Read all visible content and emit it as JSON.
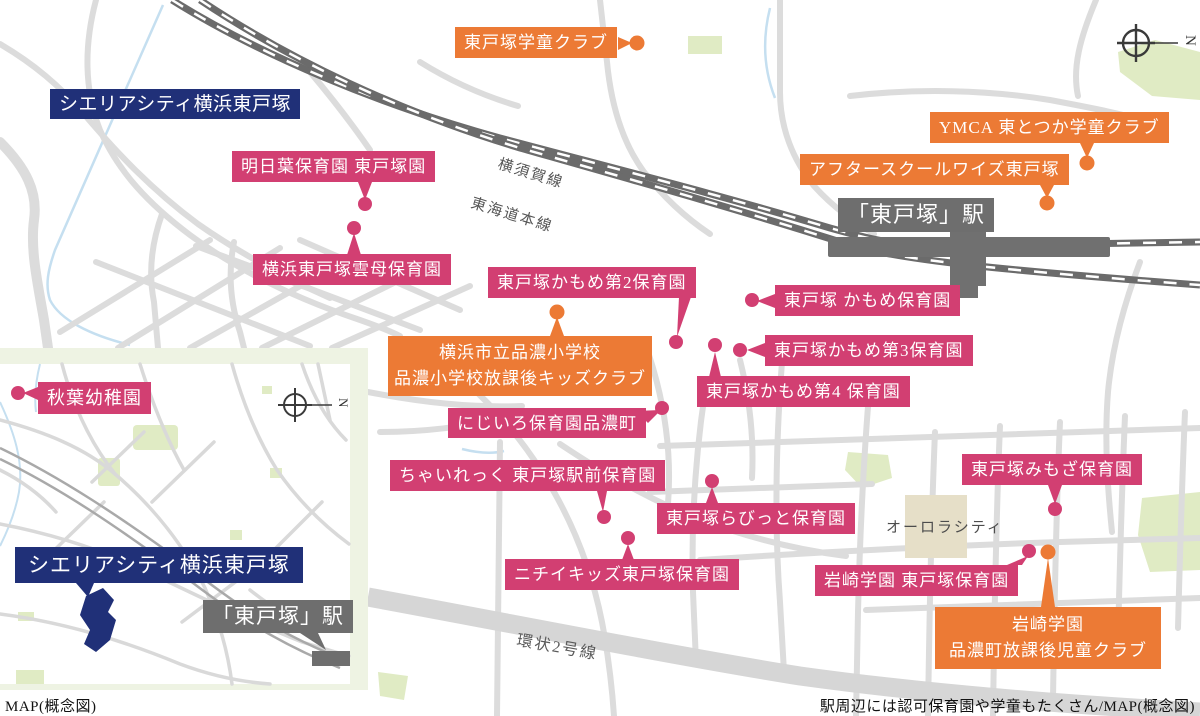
{
  "colors": {
    "pink": "#d23f72",
    "orange": "#ec7a35",
    "navy": "#203078",
    "station_gray": "#6e6e6e",
    "road_gray": "#dcdcdc",
    "rail_gray": "#6b6b6b",
    "park_green": "#e0ebc4",
    "river_blue": "#c5dff0",
    "building_beige": "#e6dfc8"
  },
  "property": {
    "name": "シエリアシティ横浜東戸塚"
  },
  "station": {
    "name": "「東戸塚」駅"
  },
  "compass": {
    "letter": "N"
  },
  "rail_lines": {
    "yokosuka": "横須賀線",
    "tokaido": "東海道本線"
  },
  "roads": {
    "kanjo2": "環状2号線"
  },
  "landmarks": {
    "aurora_city": "オーロラシティ"
  },
  "facilities": {
    "gakudo_club": "東戸塚学童クラブ",
    "asuha": "明日葉保育園 東戸塚園",
    "kirara": "横浜東戸塚雲母保育園",
    "ymca": "YMCA 東とつか学童クラブ",
    "afterschool_wise": "アフタースクールワイズ東戸塚",
    "kamome2": "東戸塚かもめ第2保育園",
    "kamome": "東戸塚 かもめ保育園",
    "kamome3": "東戸塚かもめ第3保育園",
    "kamome4": "東戸塚かもめ第4 保育園",
    "shinano_line1": "横浜市立品濃小学校",
    "shinano_line2": "品濃小学校放課後キッズクラブ",
    "nijiiro": "にじいろ保育園品濃町",
    "chairekku": "ちゃいれっく 東戸塚駅前保育園",
    "rabbit": "東戸塚らびっと保育園",
    "nichii_kids": "ニチイキッズ東戸塚保育園",
    "mimoza": "東戸塚みもざ保育園",
    "iwasaki_hoikuen": "岩崎学園 東戸塚保育園",
    "iwasaki_line1": "岩崎学園",
    "iwasaki_line2": "品濃町放課後児童クラブ",
    "akiba": "秋葉幼稚園"
  },
  "captions": {
    "left": "MAP(概念図)",
    "right": "駅周辺には認可保育園や学童もたくさん/MAP(概念図)"
  }
}
